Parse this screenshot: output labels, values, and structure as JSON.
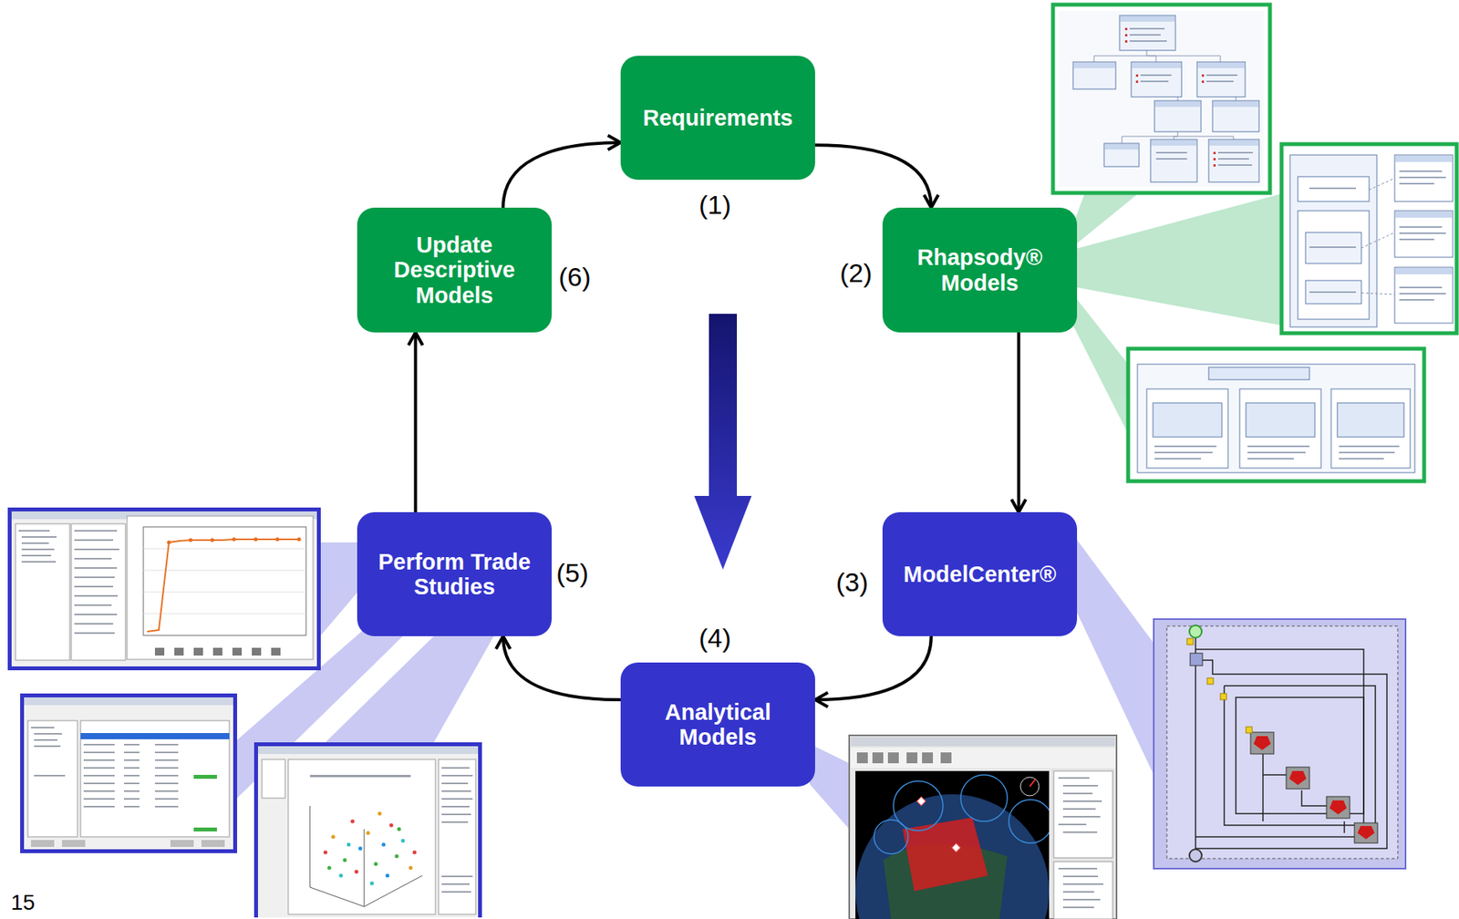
{
  "diagram": {
    "nodes": [
      {
        "text": [
          "Requirements"
        ]
      },
      {
        "text": [
          "Rhapsody® Models"
        ]
      },
      {
        "text": [
          "ModelCenter®"
        ]
      },
      {
        "text": [
          "Analytical Models"
        ]
      },
      {
        "text": [
          "Perform Trade Studies"
        ]
      },
      {
        "text": [
          "Update Descriptive Models"
        ]
      }
    ],
    "edges": [
      {
        "from": 0,
        "to": 1,
        "arrow": "to"
      },
      {
        "from": 1,
        "to": 2,
        "arrow": "to"
      },
      {
        "from": 2,
        "to": 3,
        "arrow": "to"
      },
      {
        "from": 3,
        "to": 4,
        "arrow": "to"
      },
      {
        "from": 4,
        "to": 5,
        "arrow": "to"
      },
      {
        "from": 5,
        "to": 0,
        "arrow": "to"
      }
    ],
    "labels": [
      "(1)",
      "(2)",
      "(3)",
      "(4)",
      "(5)",
      "(6)",
      "15"
    ]
  }
}
